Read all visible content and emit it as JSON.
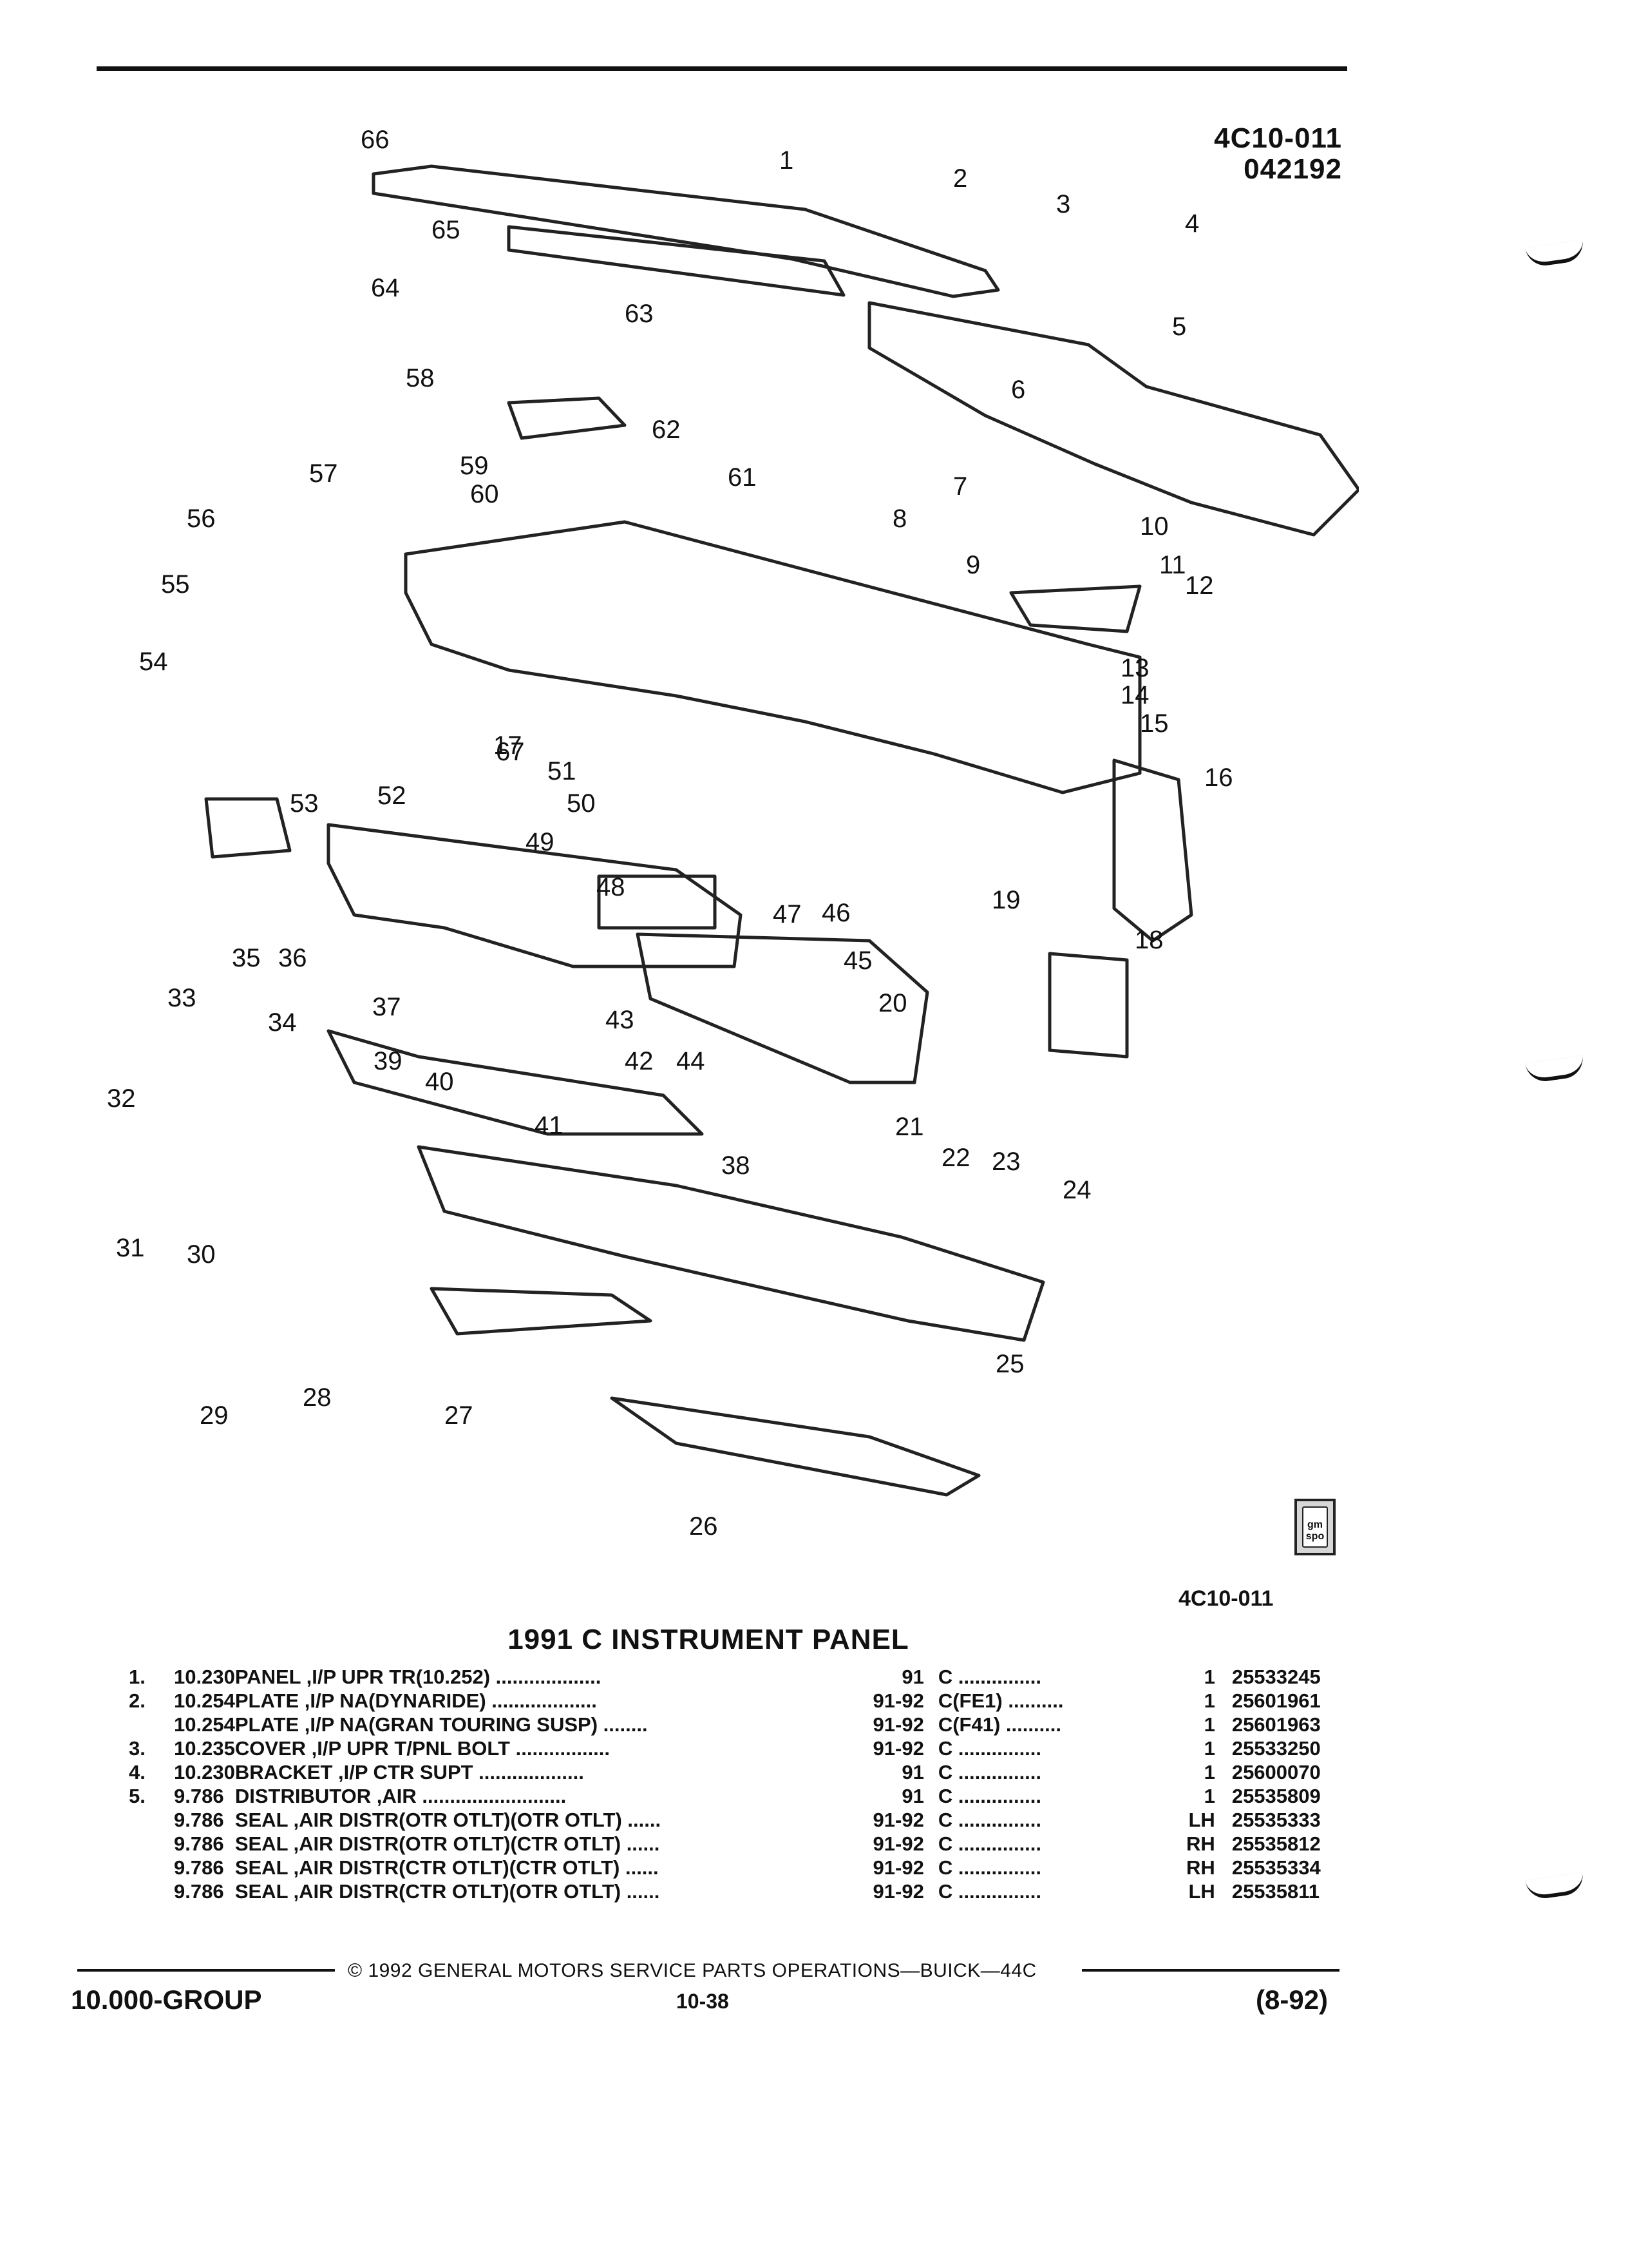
{
  "header": {
    "ref_code": "4C10-011",
    "ref_date": "042192"
  },
  "diagram": {
    "callouts": [
      "1",
      "2",
      "3",
      "4",
      "5",
      "6",
      "7",
      "8",
      "9",
      "10",
      "11",
      "12",
      "13",
      "14",
      "15",
      "16",
      "17",
      "18",
      "19",
      "20",
      "21",
      "22",
      "23",
      "24",
      "25",
      "26",
      "27",
      "28",
      "29",
      "30",
      "31",
      "32",
      "33",
      "34",
      "35",
      "36",
      "37",
      "38",
      "39",
      "40",
      "41",
      "42",
      "43",
      "44",
      "45",
      "46",
      "47",
      "48",
      "49",
      "50",
      "51",
      "52",
      "53",
      "54",
      "55",
      "56",
      "57",
      "58",
      "59",
      "60",
      "61",
      "62",
      "63",
      "64",
      "65",
      "66",
      "67"
    ],
    "illustration_ref": "4C10-011",
    "logo_icon": "gm-spo-logo"
  },
  "section": {
    "title": "1991 C INSTRUMENT PANEL"
  },
  "parts_table": {
    "rows": [
      {
        "num": "1.",
        "group": "10.230",
        "desc": "PANEL ,I/P UPR TR(10.252) ...................",
        "years": "91",
        "series": "C ...............",
        "qty": "1",
        "part": "25533245"
      },
      {
        "num": "2.",
        "group": "10.254",
        "desc": "PLATE ,I/P NA(DYNARIDE) ...................",
        "years": "91-92",
        "series": "C(FE1) ..........",
        "qty": "1",
        "part": "25601961"
      },
      {
        "num": "",
        "group": "10.254",
        "desc": "PLATE ,I/P NA(GRAN TOURING SUSP) ........",
        "years": "91-92",
        "series": "C(F41) ..........",
        "qty": "1",
        "part": "25601963"
      },
      {
        "num": "3.",
        "group": "10.235",
        "desc": "COVER ,I/P UPR T/PNL BOLT .................",
        "years": "91-92",
        "series": "C ...............",
        "qty": "1",
        "part": "25533250"
      },
      {
        "num": "4.",
        "group": "10.230",
        "desc": "BRACKET ,I/P CTR SUPT ...................",
        "years": "91",
        "series": "C ...............",
        "qty": "1",
        "part": "25600070"
      },
      {
        "num": "5.",
        "group": "9.786",
        "desc": "DISTRIBUTOR ,AIR ..........................",
        "years": "91",
        "series": "C ...............",
        "qty": "1",
        "part": "25535809"
      },
      {
        "num": "",
        "group": "9.786",
        "desc": "SEAL ,AIR DISTR(OTR OTLT)(OTR OTLT) ......",
        "years": "91-92",
        "series": "C ...............",
        "qty": "LH",
        "part": "25535333"
      },
      {
        "num": "",
        "group": "9.786",
        "desc": "SEAL ,AIR DISTR(OTR OTLT)(CTR OTLT) ......",
        "years": "91-92",
        "series": "C ...............",
        "qty": "RH",
        "part": "25535812"
      },
      {
        "num": "",
        "group": "9.786",
        "desc": "SEAL ,AIR DISTR(CTR OTLT)(CTR OTLT) ......",
        "years": "91-92",
        "series": "C ...............",
        "qty": "RH",
        "part": "25535334"
      },
      {
        "num": "",
        "group": "9.786",
        "desc": "SEAL ,AIR DISTR(CTR OTLT)(OTR OTLT) ......",
        "years": "91-92",
        "series": "C ...............",
        "qty": "LH",
        "part": "25535811"
      }
    ]
  },
  "footer": {
    "copyright": "© 1992 GENERAL MOTORS SERVICE PARTS OPERATIONS—BUICK—44C",
    "group": "10.000-GROUP",
    "page": "10-38",
    "date": "(8-92)"
  }
}
